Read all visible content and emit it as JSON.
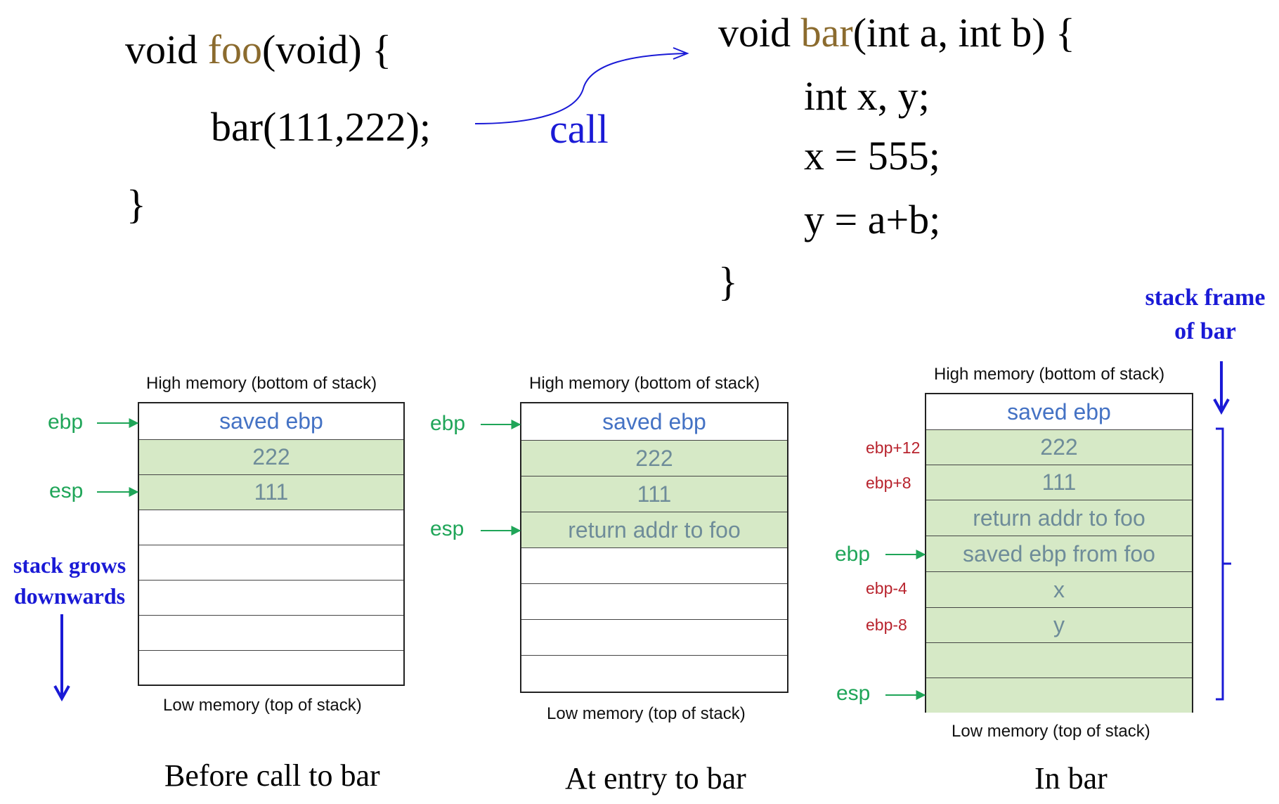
{
  "code": {
    "foo_prefix": "void ",
    "foo_name": "foo",
    "foo_suffix": "(void) {",
    "foo_body": "bar(111,222);",
    "foo_close": "}",
    "call_label": "call",
    "bar_prefix": "void ",
    "bar_name": "bar",
    "bar_suffix": "(int a, int b) {",
    "bar_line1": "int x, y;",
    "bar_line2": "x = 555;",
    "bar_line3": "y = a+b;",
    "bar_close": "}"
  },
  "notes": {
    "stack_frame_line1": "stack frame",
    "stack_frame_line2": "of bar",
    "grows_line1": "stack grows",
    "grows_line2": "downwards"
  },
  "colors": {
    "function_name": "#8B6B2E",
    "call": "#1a1ad6",
    "register": "#1fa558",
    "offset": "#b8232d",
    "highlight": "#d6e9c6",
    "saved_ebp_text": "#4472c4"
  },
  "diagrams": [
    {
      "high": "High memory (bottom of stack)",
      "low": "Low memory (top of stack)",
      "caption": "Before call to bar",
      "cells": [
        "saved ebp",
        "222",
        "111",
        "",
        "",
        "",
        "",
        ""
      ],
      "regs": [
        {
          "name": "ebp"
        },
        {
          "name": "esp"
        }
      ]
    },
    {
      "high": "High memory (bottom of stack)",
      "low": "Low memory (top of stack)",
      "caption": "At entry to bar",
      "cells": [
        "saved ebp",
        "222",
        "111",
        "return addr to foo",
        "",
        "",
        "",
        ""
      ],
      "regs": [
        {
          "name": "ebp"
        },
        {
          "name": "esp"
        }
      ]
    },
    {
      "high": "High memory (bottom of stack)",
      "low": "Low memory (top of stack)",
      "caption": "In bar",
      "cells": [
        "saved ebp",
        "222",
        "111",
        "return addr to foo",
        "saved ebp from foo",
        "x",
        "y",
        "",
        ""
      ],
      "regs": [
        {
          "name": "ebp"
        },
        {
          "name": "esp"
        }
      ],
      "offsets": [
        "ebp+12",
        "ebp+8",
        "ebp-4",
        "ebp-8"
      ]
    }
  ]
}
